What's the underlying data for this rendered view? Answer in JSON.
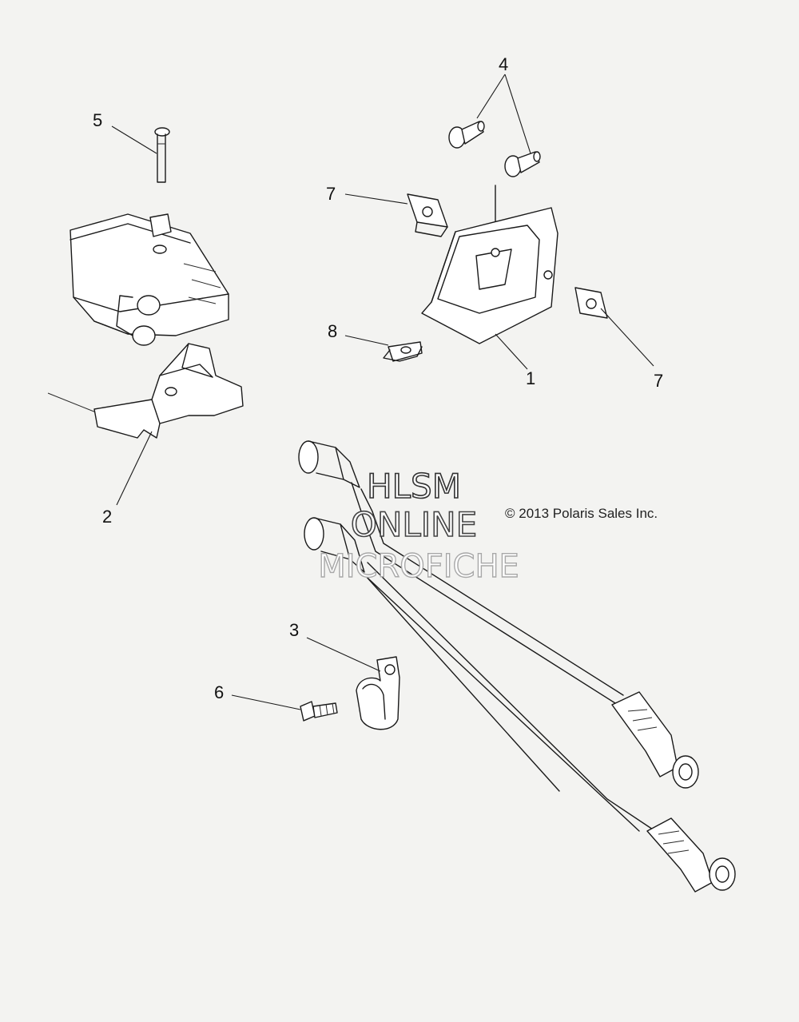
{
  "callouts": {
    "c1": "1",
    "c2": "2",
    "c3": "3",
    "c4": "4",
    "c5": "5",
    "c6": "6",
    "c7a": "7",
    "c7b": "7",
    "c8": "8"
  },
  "copyright": "© 2013 Polaris Sales Inc.",
  "watermark": {
    "line1": "HLSM",
    "line2": "ONLINE",
    "line3": "MICROFICHE"
  }
}
